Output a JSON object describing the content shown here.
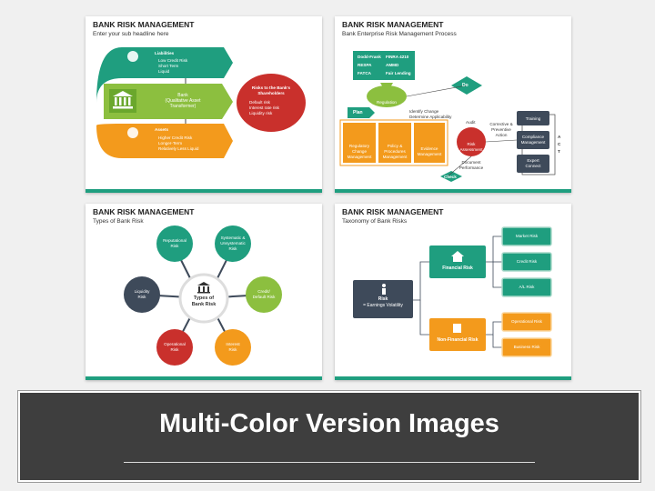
{
  "slide1": {
    "title": "BANK RISK MANAGEMENT",
    "subtitle": "Enter your sub headline here",
    "liabilities": {
      "label": "Liabilities",
      "items": [
        "Low Credit Risk",
        "Short Term",
        "Liquid"
      ]
    },
    "bank": {
      "line1": "Bank",
      "line2": "(Qualitative Asset",
      "line3": "Transformer)"
    },
    "assets": {
      "label": "Assets",
      "items": [
        "Higher Credit Risk",
        "Longer-Term",
        "Relatively Less Liquid"
      ]
    },
    "risks": {
      "label1": "Risks to the Bank's",
      "label2": "Shareholders",
      "items": [
        "Default risk",
        "Interest rate risk",
        "Liquidity risk"
      ]
    },
    "colors": {
      "green": "#1f9e7f",
      "lime": "#8cbf3f",
      "orange": "#f39a1c",
      "red": "#c9302c"
    }
  },
  "slide2": {
    "title": "BANK RISK MANAGEMENT",
    "subtitle": "Bank Enterprise Risk Management Process",
    "regs": [
      "Dodd-Frank",
      "FINRA 4210",
      "RESPA",
      "AMMD",
      "FATCA",
      "Fair Lending"
    ],
    "regulation": "Regulation",
    "plan": "Plan",
    "do": "Do",
    "check": "Check",
    "identify": [
      "Identify Change",
      "Determine Applicability"
    ],
    "boxes": [
      {
        "l1": "Regulatory",
        "l2": "Change",
        "l3": "Management"
      },
      {
        "l1": "Policy &",
        "l2": "Procedures",
        "l3": "Management"
      },
      {
        "l1": "Evidence",
        "l2": "Management",
        "l3": ""
      }
    ],
    "audit": "Audit",
    "risk_assessment": [
      "Risk",
      "Assessment"
    ],
    "corrective": [
      "Corrective &",
      "Preventive",
      "Action"
    ],
    "document": [
      "Document",
      "Performance"
    ],
    "right_boxes": [
      {
        "l1": "Training",
        "l2": ""
      },
      {
        "l1": "Compliance",
        "l2": "Management"
      },
      {
        "l1": "Expert",
        "l2": "Connect"
      }
    ],
    "act": [
      "A",
      "C",
      "T"
    ]
  },
  "slide3": {
    "title": "BANK RISK MANAGEMENT",
    "subtitle": "Types of Bank Risk",
    "center": [
      "Types of",
      "Bank Risk"
    ],
    "nodes": [
      {
        "l1": "Reputational",
        "l2": "Risk",
        "color": "#1f9e7f"
      },
      {
        "l1": "Systematic &",
        "l2": "Unsystematic",
        "l3": "Risk",
        "color": "#1f9e7f"
      },
      {
        "l1": "Credit/",
        "l2": "Default Risk",
        "color": "#8cbf3f"
      },
      {
        "l1": "Interest",
        "l2": "Risk",
        "color": "#f39a1c"
      },
      {
        "l1": "Operational",
        "l2": "Risk",
        "color": "#c9302c"
      },
      {
        "l1": "Liquidity",
        "l2": "Risk",
        "color": "#3e4a5a"
      }
    ]
  },
  "slide4": {
    "title": "BANK RISK MANAGEMENT",
    "subtitle": "Taxonomy of Bank Risks",
    "root": [
      "Risk",
      "= Earnings Volatility"
    ],
    "financial": "Financial Risk",
    "non_financial": "Non-Financial Risk",
    "financial_items": [
      "Market Risk",
      "Credit Risk",
      "A/L Risk"
    ],
    "non_financial_items": [
      "Operational Risk",
      "Business Risk"
    ]
  },
  "banner": {
    "title": "Multi-Color Version Images"
  }
}
